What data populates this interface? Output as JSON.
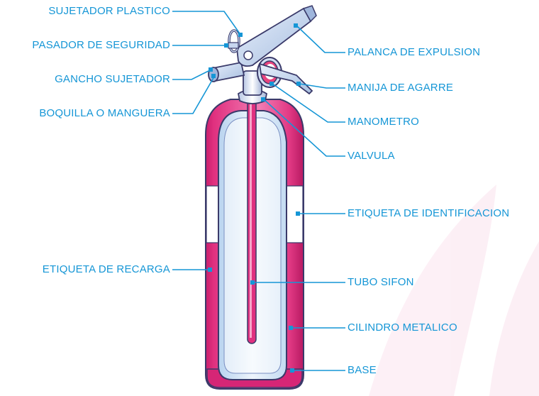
{
  "colors": {
    "label": "#1596d6",
    "leader": "#1596d6",
    "outline": "#3a3a6a",
    "cylinder_pink": "#e0307f",
    "cylinder_light": "#f07ab0",
    "inner_blue": "#c8dff5",
    "white": "#ffffff"
  },
  "labels": {
    "sujetador_plastico": "SUJETADOR PLASTICO",
    "pasador_seguridad": "PASADOR DE SEGURIDAD",
    "gancho_sujetador": "GANCHO SUJETADOR",
    "boquilla_manguera": "BOQUILLA O MANGUERA",
    "etiqueta_recarga": "ETIQUETA DE RECARGA",
    "palanca_expulsion": "PALANCA DE EXPULSION",
    "manija_agarre": "MANIJA DE AGARRE",
    "manometro": "MANOMETRO",
    "valvula": "VALVULA",
    "etiqueta_identificacion": "ETIQUETA DE IDENTIFICACION",
    "tubo_sifon": "TUBO SIFON",
    "cilindro_metalico": "CILINDRO METALICO",
    "base": "BASE"
  }
}
